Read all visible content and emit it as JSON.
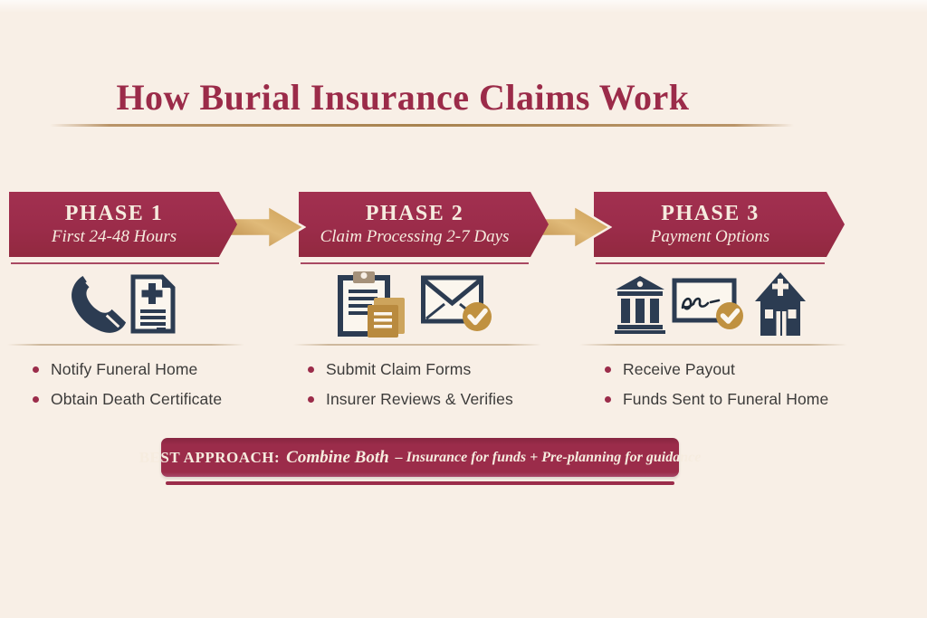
{
  "colors": {
    "background": "#f8efe6",
    "maroon": "#9b2c4a",
    "gold": "#c79a52",
    "navy": "#2c3c52",
    "text_dark": "#3c3b3a"
  },
  "title": "How Burial Insurance Claims Work",
  "phases": [
    {
      "name": "PHASE 1",
      "subtitle": "First 24-48 Hours",
      "icons": [
        "phone-icon",
        "death-certificate-icon"
      ],
      "bullets": [
        "Notify Funeral Home",
        "Obtain Death Certificate"
      ]
    },
    {
      "name": "PHASE 2",
      "subtitle": "Claim Processing 2-7 Days",
      "icons": [
        "claim-forms-icon",
        "mail-verified-icon"
      ],
      "bullets": [
        "Submit Claim Forms",
        "Insurer Reviews & Verifies"
      ]
    },
    {
      "name": "PHASE 3",
      "subtitle": "Payment Options",
      "icons": [
        "bank-icon",
        "signed-check-icon",
        "funeral-home-icon"
      ],
      "bullets": [
        "Receive Payout",
        "Funds Sent to Funeral Home"
      ]
    }
  ],
  "best_approach": {
    "label": "BEST APPROACH:",
    "highlight": "Combine Both",
    "rest": "– Insurance for funds + Pre-planning for guidance"
  }
}
